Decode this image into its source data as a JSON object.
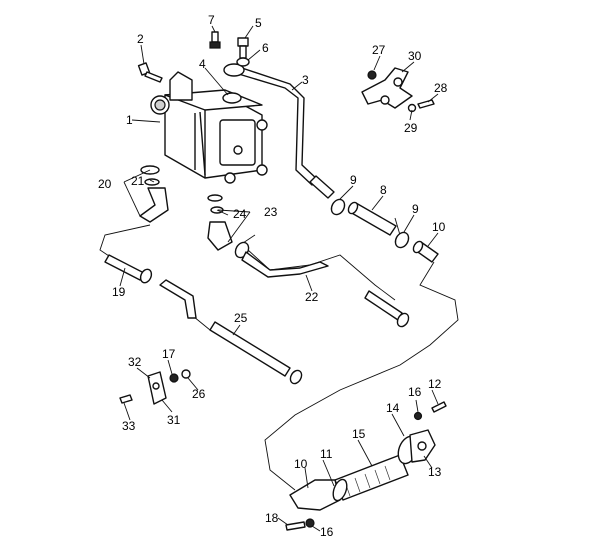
{
  "callouts": {
    "c1": "1",
    "c2": "2",
    "c3": "3",
    "c4": "4",
    "c5": "5",
    "c6": "6",
    "c7": "7",
    "c8": "8",
    "c9a": "9",
    "c9b": "9",
    "c10a": "10",
    "c10b": "10",
    "c11": "11",
    "c12": "12",
    "c13": "13",
    "c14": "14",
    "c15": "15",
    "c16a": "16",
    "c16b": "16",
    "c17": "17",
    "c18": "18",
    "c19": "19",
    "c20": "20",
    "c21": "21",
    "c22": "22",
    "c23": "23",
    "c24": "24",
    "c25": "25",
    "c26": "26",
    "c27": "27",
    "c28": "28",
    "c29": "29",
    "c30": "30",
    "c31": "31",
    "c32": "32",
    "c33": "33"
  },
  "parts": {
    "hydraulic_pump": "1",
    "bolt": "2",
    "pressure_tube": "3",
    "o_ring": "4",
    "banjo_bolt": "5",
    "sealing_washer": "6",
    "bleed_screw": "7",
    "hose": "8",
    "hose_clamp": "9",
    "pipe_stub": "10",
    "flange_pipe": "11",
    "bolt_flange": "12",
    "flange": "13",
    "gasket": "14",
    "suction_hose": "15",
    "washer": "16",
    "nut": "17",
    "screw": "18",
    "line_19": "19",
    "fitting_20": "20",
    "washer_21": "21",
    "line_22": "22",
    "fitting_23": "23",
    "washer_24": "24",
    "line_25": "25",
    "nut_26": "26",
    "nut_27": "27",
    "bolt_28": "28",
    "washer_29": "29",
    "clamp_30": "30",
    "bracket_31": "31",
    "clip_32": "32",
    "bolt_33": "33"
  }
}
